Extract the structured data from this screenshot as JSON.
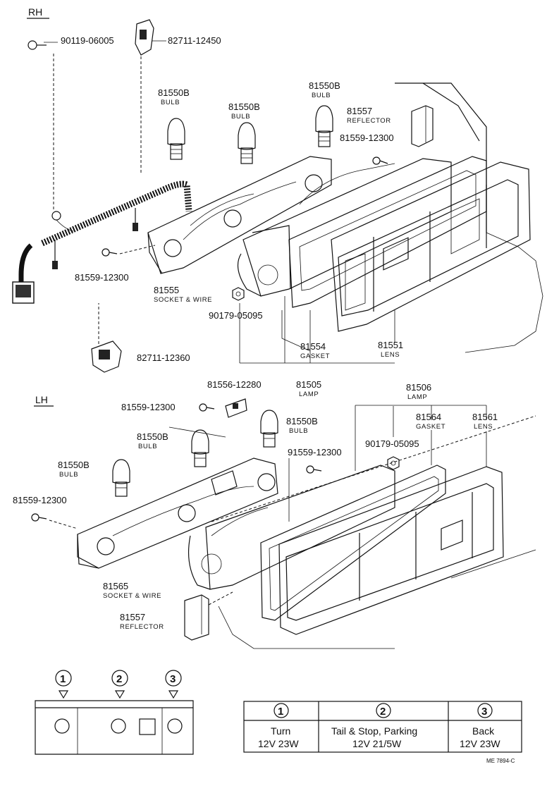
{
  "sections": {
    "rh": "RH",
    "lh": "LH"
  },
  "rh_callouts": {
    "screw_top": {
      "part": "90119-06005"
    },
    "connector_top": {
      "part": "82711-12450"
    },
    "bulb_a": {
      "part": "81550B",
      "desc": "BULB"
    },
    "bulb_b": {
      "part": "81550B",
      "desc": "BULB"
    },
    "bulb_c": {
      "part": "81550B",
      "desc": "BULB"
    },
    "reflector": {
      "part": "81557",
      "desc": "REFLECTOR"
    },
    "screw_right": {
      "part": "81559-12300"
    },
    "screw_left": {
      "part": "81559-12300"
    },
    "socket": {
      "part": "81555",
      "desc": "SOCKET & WIRE"
    },
    "nut": {
      "part": "90179-05095"
    },
    "connector_bottom": {
      "part": "82711-12360"
    },
    "gasket": {
      "part": "81554",
      "desc": "GASKET"
    },
    "lens": {
      "part": "81551",
      "desc": "LENS"
    },
    "lamp": {
      "part": "81505",
      "desc": "LAMP"
    }
  },
  "lh_callouts": {
    "clip": {
      "part": "81556-12280"
    },
    "screw_top": {
      "part": "81559-12300"
    },
    "bulb_top": {
      "part": "81550B",
      "desc": "BULB"
    },
    "bulb_mid": {
      "part": "81550B",
      "desc": "BULB"
    },
    "bulb_left": {
      "part": "81550B",
      "desc": "BULB"
    },
    "screw_left": {
      "part": "81559-12300"
    },
    "screw_center": {
      "part": "91559-12300"
    },
    "nut": {
      "part": "90179-05095"
    },
    "lamp": {
      "part": "81506",
      "desc": "LAMP"
    },
    "gasket": {
      "part": "81564",
      "desc": "GASKET"
    },
    "lens": {
      "part": "81561",
      "desc": "LENS"
    },
    "socket": {
      "part": "81565",
      "desc": "SOCKET & WIRE"
    },
    "reflector": {
      "part": "81557",
      "desc": "REFLECTOR"
    }
  },
  "position_markers": [
    "1",
    "2",
    "3"
  ],
  "legend": {
    "columns": [
      {
        "num": "1",
        "line1": "Turn",
        "line2": "12V 23W"
      },
      {
        "num": "2",
        "line1": "Tail & Stop, Parking",
        "line2": "12V 21/5W"
      },
      {
        "num": "3",
        "line1": "Back",
        "line2": "12V 23W"
      }
    ]
  },
  "footer_code": "ME 7894-C"
}
